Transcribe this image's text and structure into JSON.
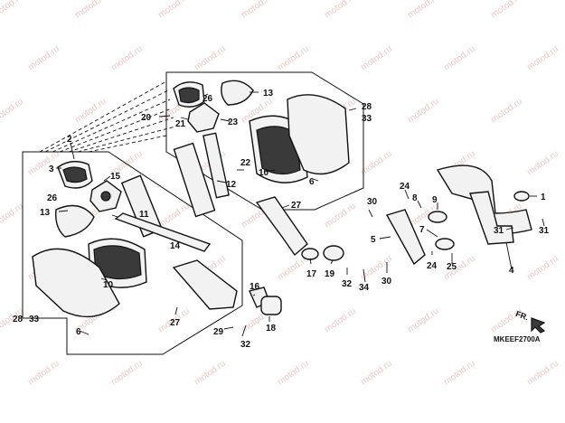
{
  "diagram": {
    "callouts": [
      "1",
      "2",
      "3",
      "4",
      "5",
      "6",
      "7",
      "8",
      "9",
      "10",
      "11",
      "12",
      "13",
      "14",
      "15",
      "16",
      "17",
      "18",
      "19",
      "20",
      "21",
      "22",
      "23",
      "24",
      "25",
      "26",
      "27",
      "28",
      "29",
      "30",
      "31",
      "32",
      "33",
      "34"
    ],
    "figure_code": "MKEEF2700A",
    "direction_label": "FR.",
    "watermark": "motod.ru"
  }
}
